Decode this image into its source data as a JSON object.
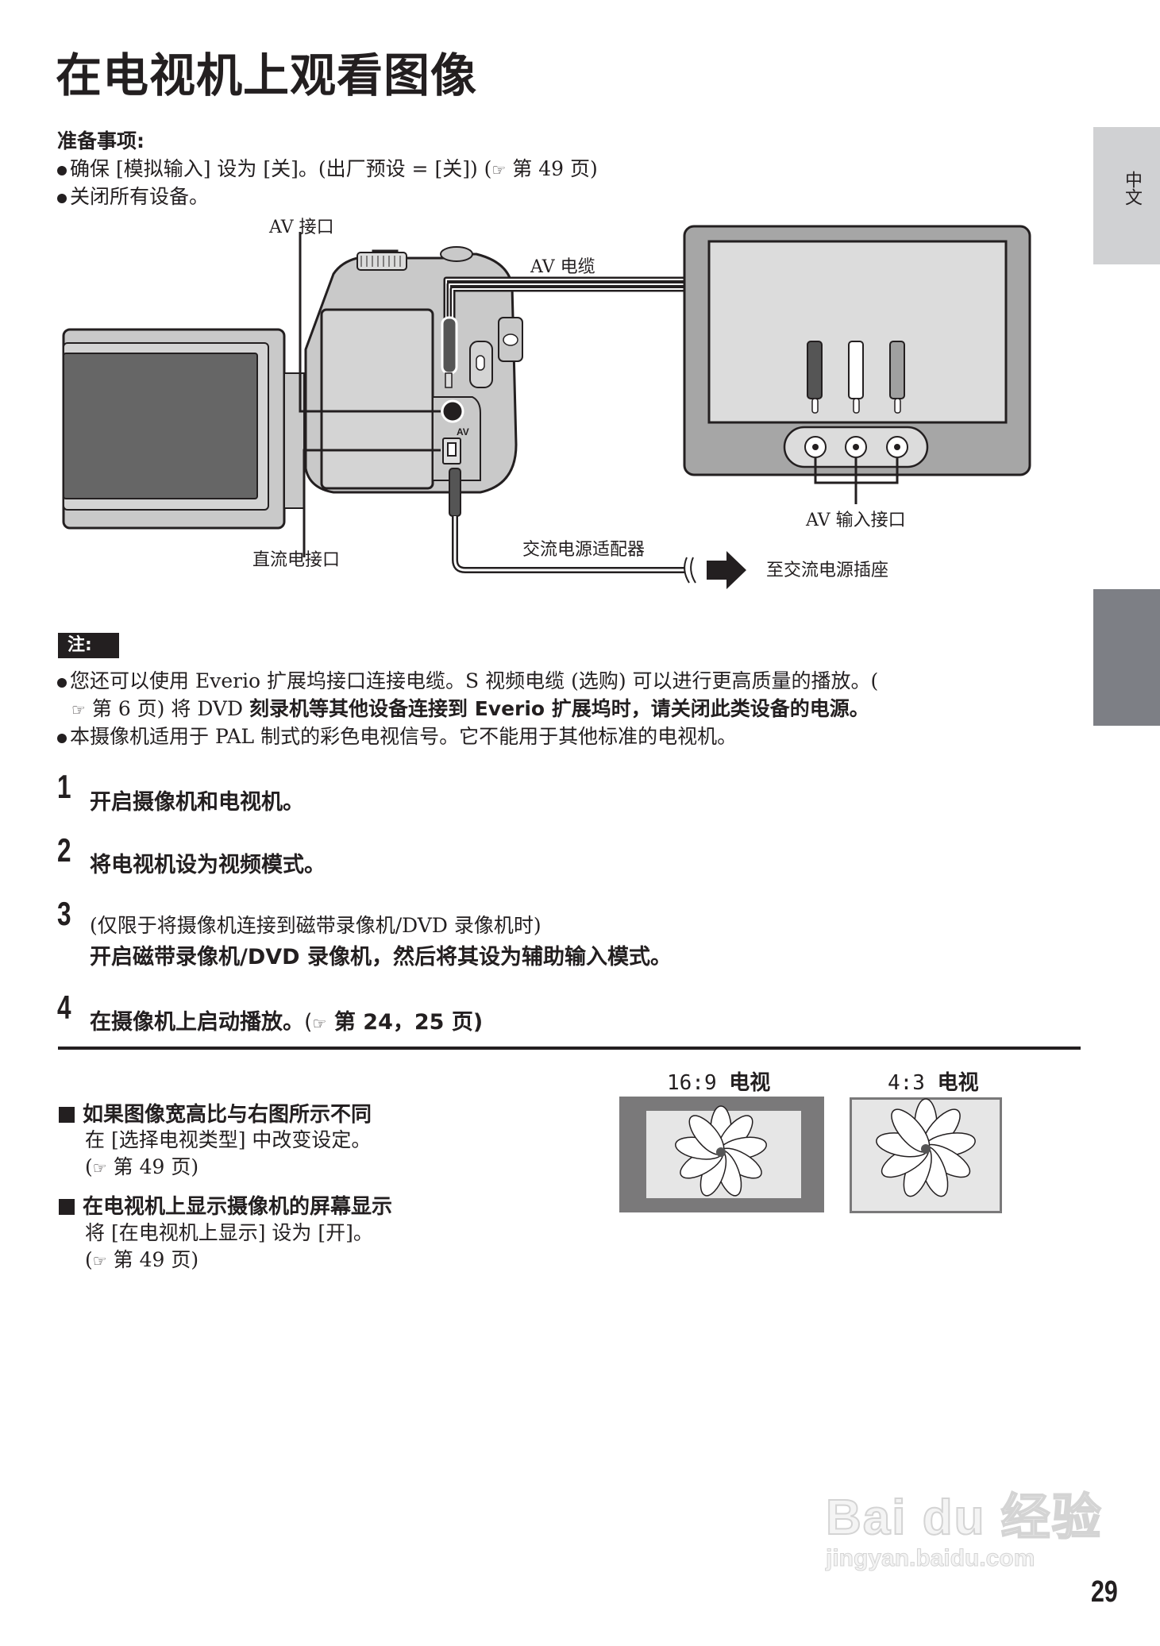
{
  "page": {
    "title": "在电视机上观看图像",
    "page_number": "29",
    "side_tab": {
      "language": "中文"
    }
  },
  "preparation": {
    "heading": "准备事项:",
    "items": [
      {
        "text": "确保 [模拟输入] 设为 [关]。(出厂预设 = [关]) (",
        "ref_icon": "☞",
        "ref_text": " 第 49 页)"
      },
      {
        "text": "关闭所有设备。"
      }
    ]
  },
  "diagram": {
    "labels": {
      "av_terminal": "AV 接口",
      "av_cable": "AV 电缆",
      "av_input": "AV 输入接口",
      "dc_terminal": "直流电接口",
      "ac_adapter": "交流电源适配器",
      "to_ac_outlet": "至交流电源插座",
      "camera_av_marking": "AV"
    },
    "colors": {
      "body": "#c9c9c9",
      "tv_frame": "#a6a6a6",
      "tv_screen": "#dcdcdc",
      "lcd_screen": "#666666"
    }
  },
  "note": {
    "tag": "注:",
    "lines": [
      {
        "bullet": true,
        "text": "您还可以使用 Everio 扩展坞接口连接电缆。S 视频电缆 (选购) 可以进行更高质量的播放。("
      },
      {
        "bullet": false,
        "ref_icon": "☞",
        "text": " 第 6 页) 将 DVD ",
        "bold_text": "刻录机等其他设备连接到 Everio 扩展坞时，请关闭此类设备的电源。"
      },
      {
        "bullet": true,
        "text": "本摄像机适用于 PAL 制式的彩色电视信号。它不能用于其他标准的电视机。"
      }
    ]
  },
  "steps": [
    {
      "number": "1",
      "text": "开启摄像机和电视机。"
    },
    {
      "number": "2",
      "text": "将电视机设为视频模式。"
    },
    {
      "number": "3",
      "sub_text": "(仅限于将摄像机连接到磁带录像机/DVD 录像机时)",
      "text": "开启磁带录像机/DVD 录像机，然后将其设为辅助输入模式。"
    },
    {
      "number": "4",
      "text": "在摄像机上启动播放。",
      "ref_icon": "☞",
      "ref_text": " 第 24，25 页)",
      "ref_open": "("
    }
  ],
  "tips": [
    {
      "heading": "如果图像宽高比与右图所示不同",
      "body": "在 [选择电视类型] 中改变设定。",
      "ref_open": "(",
      "ref_icon": "☞",
      "ref_text": " 第 49 页)"
    },
    {
      "heading": "在电视机上显示摄像机的屏幕显示",
      "body": "将 [在电视机上显示] 设为 [开]。",
      "ref_open": "(",
      "ref_icon": "☞",
      "ref_text": " 第 49 页)"
    }
  ],
  "aspect_examples": [
    {
      "ratio": "16:9",
      "suffix": "电视"
    },
    {
      "ratio": "4:3",
      "suffix": "电视"
    }
  ],
  "watermark": {
    "brand": "Bai du 经验",
    "url": "jingyan.baidu.com"
  }
}
